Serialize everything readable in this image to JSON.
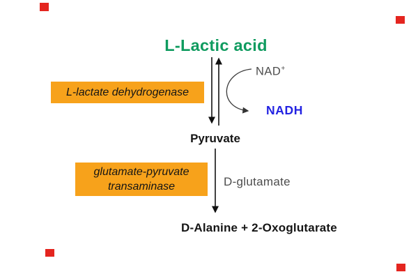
{
  "diagram": {
    "title": {
      "text": "L-Lactic acid"
    },
    "enzyme1": {
      "label": "L-lactate dehydrogenase"
    },
    "cofactor_in": {
      "text": "NAD",
      "sup": "+"
    },
    "cofactor_out": {
      "text": "NADH"
    },
    "intermediate": {
      "text": "Pyruvate"
    },
    "enzyme2": {
      "line1": "glutamate-pyruvate",
      "line2": "transaminase"
    },
    "cosubstrate": {
      "text": "D-glutamate"
    },
    "product": {
      "text": "D-Alanine + 2-Oxoglutarate"
    },
    "colors": {
      "title_green": "#0f9b5f",
      "enzyme_box_orange": "#f7a21b",
      "nadh_blue": "#2222e2",
      "muted_gray_text": "#4d4d4d",
      "arrow_black": "#111111",
      "corner_marker_red": "#e4251f"
    }
  }
}
